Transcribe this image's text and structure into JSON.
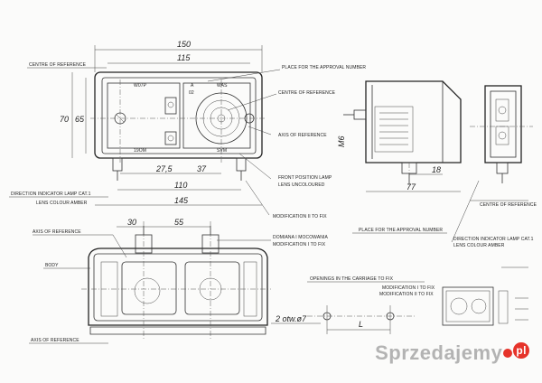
{
  "dims": {
    "d150": "150",
    "d115": "115",
    "d70": "70",
    "d65": "65",
    "d27_5": "27,5",
    "d37": "37",
    "d110": "110",
    "d145": "145",
    "d30": "30",
    "d55": "55",
    "m6": "M6",
    "d18": "18",
    "d77": "77",
    "holes": "2 otw.ø7",
    "L": "L"
  },
  "labels": {
    "centre_ref_1": "CENTRE OF REFERENCE",
    "approval_place_1": "PLACE FOR THE APPROVAL NUMBER",
    "centre_ref_2": "CENTRE OF REFERENCE",
    "axis_ref_1": "AXIS OF REFERENCE",
    "front_pos_1": "FRONT POSITION LAMP",
    "front_pos_2": "LENS UNCOLOURED",
    "dir_ind_left_1": "DIRECTION INDICATOR LAMP CAT.1",
    "dir_ind_left_2": "LENS COLOUR AMBER",
    "mod2": "MODIFICATION II TO FIX",
    "approval_place_2": "PLACE FOR THE APPROVAL NUMBER",
    "centre_ref_3": "CENTRE OF REFERENCE",
    "dir_ind_right_1": "DIRECTION INDICATOR LAMP CAT.1",
    "dir_ind_right_2": "LENS COLOUR AMBER",
    "axis_ref_2": "AXIS OF REFERENCE",
    "body": "BODY",
    "axis_ref_3": "AXIS OF REFERENCE",
    "mod1_pl": "DOMIANA I MOCOWANIA",
    "mod1_en": "MODIFICATION I TO FIX",
    "openings": "OPENINGS IN THE CARRIAGE TO FIX",
    "mod1_fix_a": "MODIFICATION I TO FIX",
    "mod1_fix_b": "MODIFICATION II TO FIX",
    "lens_w07p": "W07P",
    "lens_a": "A",
    "lens_was": "WAS",
    "lens_02": "02",
    "lens_19om": "19OM",
    "lens_svm": "SVM"
  },
  "watermark": {
    "brand": "Sprzedajemy",
    "tld": "pl"
  },
  "colors": {
    "watermark_dot": "#e6332a",
    "line": "#333333"
  }
}
